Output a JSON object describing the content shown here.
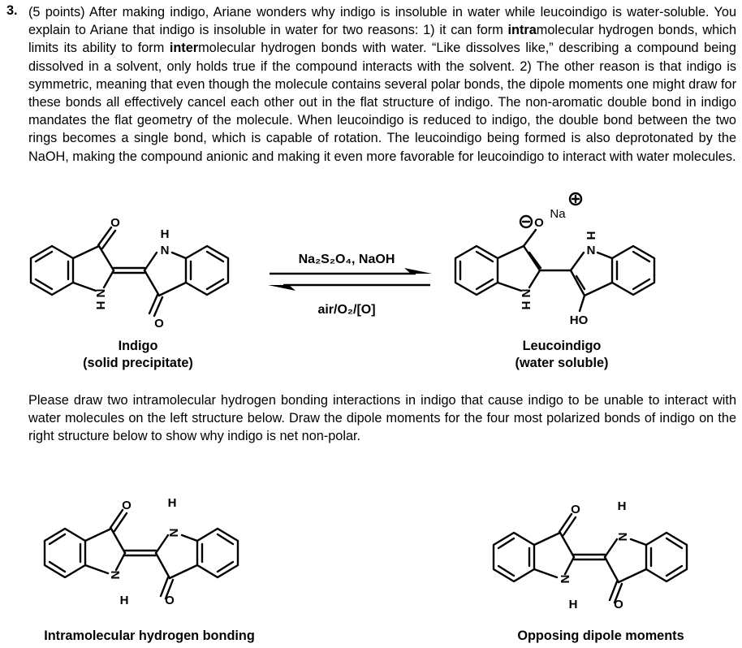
{
  "question": {
    "number": "3.",
    "intro": {
      "part1": "(5 points) After making indigo, Ariane wonders why indigo is insoluble in water while leucoindigo is water-soluble. You explain to Ariane that indigo is insoluble in water for two reasons: 1) it can form ",
      "bold1": "intra",
      "part2": "molecular hydrogen bonds, which limits its ability to form ",
      "bold2": "inter",
      "part3": "molecular hydrogen bonds with water. “Like dissolves like,” describing a compound being dissolved in a solvent, only holds true if the compound interacts with the solvent.  2) The other reason is that indigo is symmetric, meaning that even though the molecule contains several polar bonds, the dipole moments one might draw for these bonds all effectively cancel each other out in the flat structure of indigo. The non-aromatic double bond in indigo mandates the flat geometry of the molecule. When leucoindigo is reduced to indigo, the double bond between the two rings becomes a single bond, which is capable of rotation. The leucoindigo being formed is also deprotonated by the NaOH, making the compound anionic and making it even more favorable for leucoindigo to interact with water molecules."
    },
    "instructions": "Please draw two intramolecular hydrogen bonding interactions in indigo that cause indigo to be unable to interact with water molecules on the left structure below. Draw the dipole moments for the four most polarized bonds of indigo on the right structure below to show why indigo is net non-polar."
  },
  "reaction": {
    "reagents_top": "Na₂S₂O₄, NaOH",
    "reagents_bottom": "air/O₂/[O]",
    "indigo_name": "Indigo",
    "indigo_state": "(solid precipitate)",
    "leuco_name": "Leucoindigo",
    "leuco_state": "(water soluble)"
  },
  "atoms": {
    "O": "O",
    "N": "N",
    "H": "H",
    "HO": "HO",
    "Na": "Na",
    "plus": "+",
    "minus": "−"
  },
  "captions": {
    "left": "Intramolecular hydrogen bonding",
    "right": "Opposing dipole moments"
  }
}
